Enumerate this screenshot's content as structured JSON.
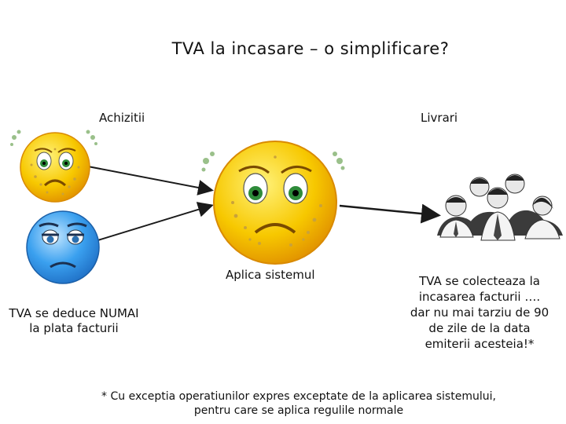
{
  "title": "TVA la incasare – o simplificare?",
  "labels": {
    "achizitii": "Achizitii",
    "livrari": "Livrari",
    "aplica": "Aplica sistemul"
  },
  "left_note": [
    "TVA se deduce NUMAI",
    "la plata facturii"
  ],
  "right_note": [
    "TVA se colecteaza la",
    "incasarea facturii ….",
    "dar nu mai tarziu de 90",
    "de zile de la data",
    "emiterii acesteia!*"
  ],
  "footnote": [
    "* Cu exceptia operatiunilor expres exceptate de la aplicarea sistemului,",
    "pentru care se aplica regulile normale"
  ],
  "colors": {
    "sick_face": "#f5c400",
    "sick_face_edge": "#d98a00",
    "blue_face": "#3aa0ef",
    "arrow": "#1a1a1a",
    "spots": "#c9a23a"
  },
  "icons": [
    "sick-face-small-icon",
    "tired-blue-face-icon",
    "sick-face-large-icon",
    "group-of-people-icon"
  ]
}
